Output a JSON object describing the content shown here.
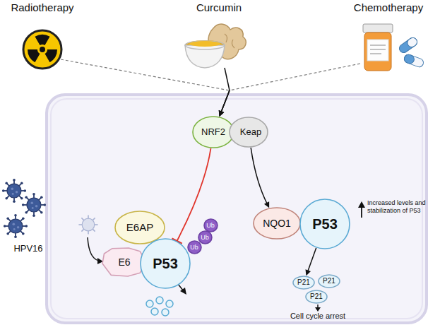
{
  "diagram": {
    "nodes": [
      {
        "text": [
          "Radiotherapy"
        ]
      },
      {
        "text": [
          "Curcumin"
        ]
      },
      {
        "text": [
          "Chemotherapy"
        ]
      },
      {
        "text": [
          "NRF2"
        ]
      },
      {
        "text": [
          "Keap"
        ]
      },
      {
        "text": [
          "NQO1"
        ]
      },
      {
        "text": [
          "P53"
        ]
      },
      {
        "text": [
          "E6AP"
        ]
      },
      {
        "text": [
          "E6"
        ]
      },
      {
        "text": [
          "P53"
        ]
      },
      {
        "text": [
          "Ub"
        ]
      },
      {
        "text": [
          "Ub"
        ]
      },
      {
        "text": [
          "Ub"
        ]
      },
      {
        "text": [
          "P21"
        ]
      },
      {
        "text": [
          "P21"
        ]
      },
      {
        "text": [
          "P21"
        ]
      }
    ],
    "edges": [
      {
        "from": 0,
        "to": 3,
        "arrow": "to"
      },
      {
        "from": 1,
        "to": 3,
        "arrow": "to"
      },
      {
        "from": 2,
        "to": 3,
        "arrow": "to"
      },
      {
        "from": 4,
        "to": 5,
        "arrow": "to"
      },
      {
        "from": 3,
        "to": 9,
        "arrow": "to"
      },
      {
        "from": 6,
        "to": 13,
        "arrow": "to"
      }
    ],
    "labels": [
      "Increased levels and stabilization of P53",
      "Cell cycle arrest",
      "HPV16"
    ]
  }
}
